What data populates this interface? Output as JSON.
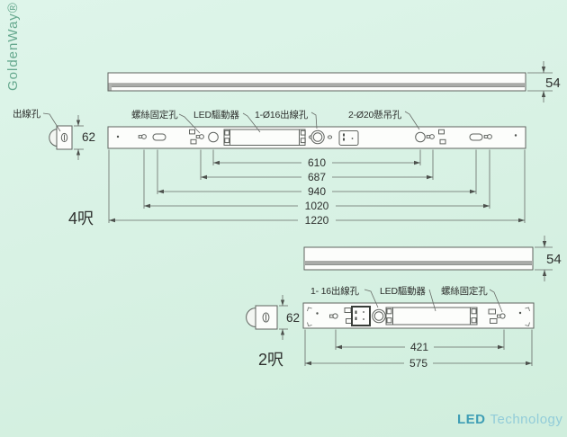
{
  "branding": {
    "logo_text": "GoldenWay®",
    "footer_brand": "LED",
    "footer_suffix": "Technology"
  },
  "fixture_4ft": {
    "size_label": "4呎",
    "side_height_mm": "54",
    "end_height_mm": "62",
    "labels": {
      "outlet": "出線孔",
      "screw_fix": "螺絲固定孔",
      "led_driver": "LED驅動器",
      "outlet_16": "1-Ø16出線孔",
      "hanging_20": "2-Ø20懸吊孔"
    },
    "dims": [
      "610",
      "687",
      "940",
      "1020",
      "1220"
    ]
  },
  "fixture_2ft": {
    "size_label": "2呎",
    "side_height_mm": "54",
    "end_height_mm": "62",
    "labels": {
      "outlet_16": "1- 16出線孔",
      "led_driver": "LED驅動器",
      "screw_fix": "螺絲固定孔"
    },
    "dims": [
      "421",
      "575"
    ]
  }
}
